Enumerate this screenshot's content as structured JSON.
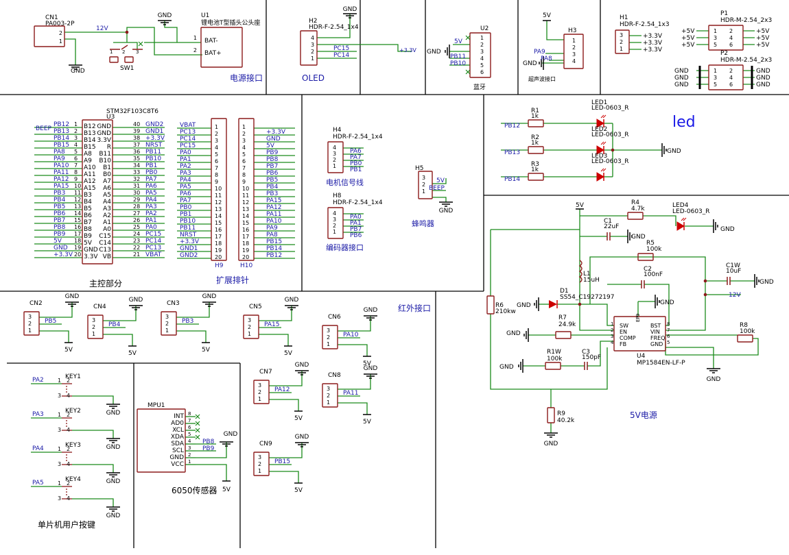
{
  "sections": {
    "power_interface": "电源接口",
    "oled": "OLED",
    "bluetooth": "蓝牙",
    "ultrasonic": "超声波接口",
    "mcu": "主控部分",
    "expansion": "扩展排针",
    "motor_signal": "电机信号线",
    "buzzer": "蜂鸣器",
    "encoder": "编码器接口",
    "led": "led",
    "power_5v": "5V电源",
    "infrared": "红外接口",
    "user_keys": "单片机用户按键",
    "sensor_6050": "6050传感器"
  },
  "nets": {
    "gnd": "GND",
    "v5": "5V",
    "v3": "+3.3V",
    "v12": "12V",
    "plus5": "+5V"
  },
  "cn1": {
    "ref": "CN1",
    "val": "PA003-2P",
    "p1": "1",
    "p2": "2"
  },
  "sw1": {
    "ref": "SW1",
    "pins": [
      "1",
      "2",
      "3"
    ]
  },
  "u1": {
    "ref": "U1",
    "val": "锂电池T型插头公头座",
    "p1": "BAT-",
    "p2": "BAT+",
    "n1": "1",
    "n2": "2"
  },
  "h2": {
    "ref": "H2",
    "val": "HDR-F-2.54_1x4",
    "pins": [
      "4",
      "3",
      "2",
      "1"
    ],
    "nets": [
      "PC15",
      "PC14"
    ]
  },
  "u2": {
    "ref": "U2",
    "pins": [
      "1",
      "2",
      "3",
      "4",
      "5",
      "6"
    ],
    "nets": [
      "5V",
      "PB11",
      "PB10"
    ]
  },
  "h3": {
    "ref": "H3",
    "pins": [
      "1",
      "2",
      "3",
      "4"
    ],
    "nets": [
      "PA9",
      "PA8"
    ]
  },
  "h1": {
    "ref": "H1",
    "val": "HDR-F-2.54_1x3",
    "pins": [
      "3",
      "2",
      "1"
    ]
  },
  "p1": {
    "ref": "P1",
    "val": "HDR-M-2.54_2x3",
    "l": [
      "1",
      "3",
      "5"
    ],
    "r": [
      "2",
      "4",
      "6"
    ]
  },
  "p2": {
    "ref": "P2",
    "val": "HDR-M-2.54_2x3",
    "l": [
      "1",
      "3",
      "5"
    ],
    "r": [
      "2",
      "4",
      "6"
    ]
  },
  "u3": {
    "ref": "U3",
    "val": "STM32F103C8T6",
    "left": [
      {
        "net": "PB12",
        "name": "B12",
        "num": "1"
      },
      {
        "net": "PB13",
        "name": "B13",
        "num": "2"
      },
      {
        "net": "PB14",
        "name": "B14",
        "num": "3"
      },
      {
        "net": "PB15",
        "name": "B15",
        "num": "4"
      },
      {
        "net": "PA8",
        "name": "A8",
        "num": "5"
      },
      {
        "net": "PA9",
        "name": "A9",
        "num": "6"
      },
      {
        "net": "PA10",
        "name": "A10",
        "num": "7"
      },
      {
        "net": "PA11",
        "name": "A11",
        "num": "8"
      },
      {
        "net": "PA12",
        "name": "A12",
        "num": "9"
      },
      {
        "net": "PA15",
        "name": "A15",
        "num": "10"
      },
      {
        "net": "PB3",
        "name": "B3",
        "num": "11"
      },
      {
        "net": "PB4",
        "name": "B4",
        "num": "12"
      },
      {
        "net": "PB5",
        "name": "B5",
        "num": "13"
      },
      {
        "net": "PB6",
        "name": "B6",
        "num": "14"
      },
      {
        "net": "PB7",
        "name": "B7",
        "num": "15"
      },
      {
        "net": "PB8",
        "name": "B8",
        "num": "16"
      },
      {
        "net": "PB9",
        "name": "B9",
        "num": "17"
      },
      {
        "net": "5V",
        "name": "5V",
        "num": "18"
      },
      {
        "net": "GND",
        "name": "GND",
        "num": "19"
      },
      {
        "net": "+3.3V",
        "name": "3.3V",
        "num": "20"
      }
    ],
    "right": [
      {
        "net": "GND2",
        "name": "GND",
        "num": "40"
      },
      {
        "net": "GND1",
        "name": "GND",
        "num": "39"
      },
      {
        "net": "+3.3V",
        "name": "3.3V",
        "num": "38"
      },
      {
        "net": "NRST",
        "name": "R",
        "num": "37"
      },
      {
        "net": "PB11",
        "name": "B11",
        "num": "36"
      },
      {
        "net": "PB10",
        "name": "B10",
        "num": "35"
      },
      {
        "net": "PB1",
        "name": "B1",
        "num": "34"
      },
      {
        "net": "PB0",
        "name": "B0",
        "num": "33"
      },
      {
        "net": "PA7",
        "name": "A7",
        "num": "32"
      },
      {
        "net": "PA6",
        "name": "A6",
        "num": "31"
      },
      {
        "net": "PA5",
        "name": "A5",
        "num": "30"
      },
      {
        "net": "PA4",
        "name": "A4",
        "num": "29"
      },
      {
        "net": "PA3",
        "name": "A3",
        "num": "28"
      },
      {
        "net": "PA2",
        "name": "A2",
        "num": "27"
      },
      {
        "net": "PA1",
        "name": "A1",
        "num": "26"
      },
      {
        "net": "PA0",
        "name": "A0",
        "num": "25"
      },
      {
        "net": "PC15",
        "name": "C15",
        "num": "24"
      },
      {
        "net": "PC14",
        "name": "C14",
        "num": "23"
      },
      {
        "net": "PC13",
        "name": "C13",
        "num": "22"
      },
      {
        "net": "VBAT",
        "name": "VB",
        "num": "21"
      }
    ],
    "beep": "BEEP"
  },
  "h9": {
    "ref": "H9",
    "nets": [
      "VBAT",
      "PC13",
      "PC14",
      "PC15",
      "PA0",
      "PA1",
      "PA2",
      "PA3",
      "PA4",
      "PA5",
      "PA6",
      "PA7",
      "PB0",
      "PB1",
      "PB10",
      "PB11",
      "NRST",
      "+3.3V",
      "GND1",
      "GND2"
    ]
  },
  "h10": {
    "ref": "H10",
    "nets": [
      "",
      "+3.3V",
      "GND",
      "5V",
      "PB9",
      "PB8",
      "PB7",
      "PB6",
      "PB5",
      "PB4",
      "PB3",
      "PA15",
      "PA12",
      "PA11",
      "PA10",
      "PA9",
      "PA8",
      "PB15",
      "PB14",
      "PB12"
    ]
  },
  "h4": {
    "ref": "H4",
    "val": "HDR-F-2.54_1x4",
    "pins": [
      "4",
      "3",
      "2",
      "1"
    ],
    "nets": [
      "PA6",
      "PA7",
      "PB0",
      "PB1"
    ]
  },
  "h5": {
    "ref": "H5",
    "pins": [
      "3",
      "2",
      "1"
    ],
    "nets": [
      "5V",
      "BEEP"
    ]
  },
  "h8": {
    "ref": "H8",
    "val": "HDR-F-2.54_1x4",
    "pins": [
      "4",
      "3",
      "2",
      "1"
    ],
    "nets": [
      "PA0",
      "PA1",
      "PB7",
      "PB6"
    ]
  },
  "leds": [
    {
      "ref": "LED1",
      "val": "LED-0603_R",
      "r": "R1",
      "rv": "1k",
      "net": "PB12"
    },
    {
      "ref": "LED2",
      "val": "LED-0603_R",
      "r": "R2",
      "rv": "1k",
      "net": "PB13"
    },
    {
      "ref": "LED3",
      "val": "LED-0603_R",
      "r": "R3",
      "rv": "1k",
      "net": "PB14"
    }
  ],
  "psu": {
    "r4": "R4",
    "r4v": "4.7k",
    "led4": "LED4",
    "led4v": "LED-0603_R",
    "c1": "C1",
    "c1v": "22uF",
    "r5": "R5",
    "r5v": "100k",
    "c2": "C2",
    "c2v": "100nF",
    "c1w": "C1W",
    "c1wv": "10uF",
    "l1": "L1",
    "l1v": "15uH",
    "d1": "D1",
    "d1v": "SS54_C19272197",
    "r6": "R6",
    "r6v": "210kw",
    "r7": "R7",
    "r7v": "24.9k",
    "r8": "R8",
    "r8v": "100k",
    "r1w": "R1W",
    "r1wv": "100k",
    "c3": "C3",
    "c3v": "150pF",
    "r9": "R9",
    "r9v": "40.2k",
    "u4": "U4",
    "u4v": "MP1584EN-LF-P",
    "ep": "EP",
    "pins_l": [
      "SW",
      "EN",
      "COMP",
      "FB"
    ],
    "pins_r": [
      "BST",
      "VIN",
      "FREQ",
      "GND"
    ],
    "nums_l": [
      "1",
      "2",
      "3",
      "4"
    ],
    "nums_r": [
      "8",
      "7",
      "6",
      "5"
    ],
    "ep_num": "9"
  },
  "cns": [
    {
      "ref": "CN2",
      "net": "PB5"
    },
    {
      "ref": "CN4",
      "net": "PB4"
    },
    {
      "ref": "CN3",
      "net": "PB3"
    },
    {
      "ref": "CN5",
      "net": "PA15"
    },
    {
      "ref": "CN6",
      "net": "PA10"
    },
    {
      "ref": "CN7",
      "net": "PA12"
    },
    {
      "ref": "CN8",
      "net": "PA11"
    },
    {
      "ref": "CN9",
      "net": "PB15"
    }
  ],
  "keys": [
    {
      "ref": "KEY1",
      "net": "PA2"
    },
    {
      "ref": "KEY2",
      "net": "PA3"
    },
    {
      "ref": "KEY3",
      "net": "PA4"
    },
    {
      "ref": "KEY4",
      "net": "PA5"
    }
  ],
  "mpu": {
    "ref": "MPU1",
    "pins": [
      {
        "name": "INT",
        "num": "8",
        "net": ""
      },
      {
        "name": "AD0",
        "num": "7",
        "net": ""
      },
      {
        "name": "XCL",
        "num": "6",
        "net": ""
      },
      {
        "name": "XDA",
        "num": "5",
        "net": ""
      },
      {
        "name": "SDA",
        "num": "4",
        "net": "PB8"
      },
      {
        "name": "SCL",
        "num": "3",
        "net": "PB9"
      },
      {
        "name": "GND",
        "num": "2",
        "net": ""
      },
      {
        "name": "VCC",
        "num": "1",
        "net": ""
      }
    ]
  },
  "colors": {
    "wire": "#1a8a1a",
    "component": "#8b1a1a",
    "net_label": "#1a1aa6",
    "text": "#000000"
  }
}
